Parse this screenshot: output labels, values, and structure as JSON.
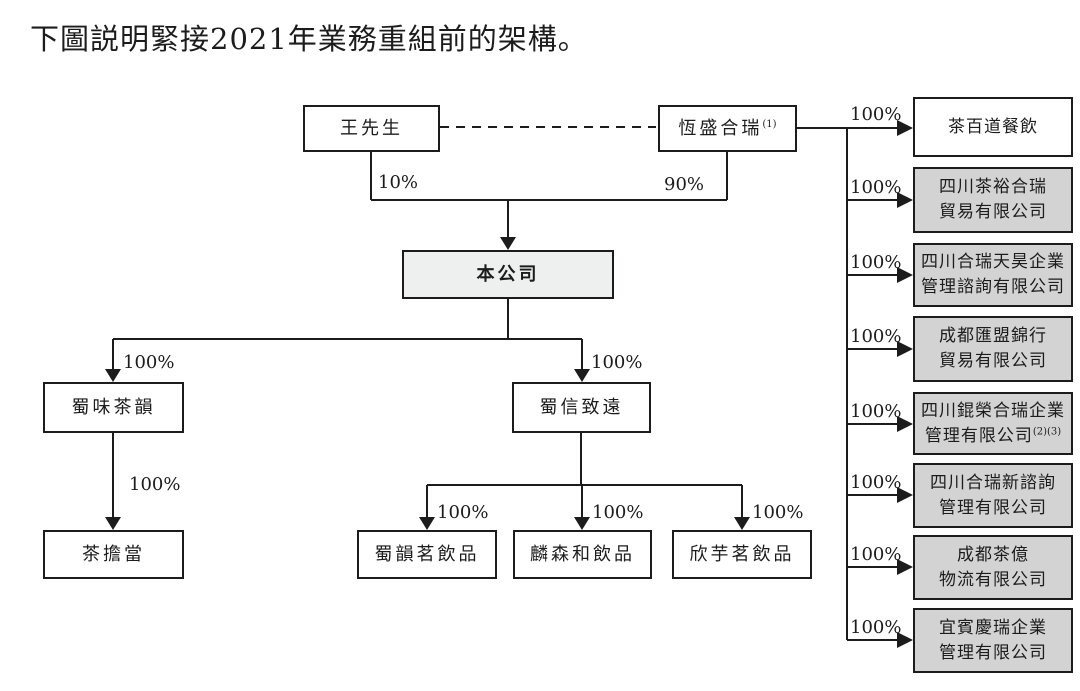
{
  "title": "下圖説明緊接2021年業務重組前的架構。",
  "colors": {
    "shaded_fill": "#d3d3d3",
    "company_fill": "#eef0ef",
    "line": "#1c1c1c"
  },
  "nodes": {
    "wang": {
      "label": "王先生"
    },
    "hengsheng": {
      "label": "恆盛合瑞",
      "footnote": "(1)"
    },
    "company": {
      "label": "本公司"
    },
    "shuwei": {
      "label": "蜀味茶韻"
    },
    "shuxin": {
      "label": "蜀信致遠"
    },
    "chadandang": {
      "label": "茶擔當"
    },
    "shuyunming": {
      "label": "蜀韻茗飲品"
    },
    "linsenhe": {
      "label": "麟森和飲品"
    },
    "xinyuming": {
      "label": "欣芋茗飲品"
    }
  },
  "edges": {
    "wang_company": "10%",
    "hengsheng_company": "90%",
    "company_shuwei": "100%",
    "company_shuxin": "100%",
    "shuwei_chadandang": "100%",
    "shuxin_shuyunming": "100%",
    "shuxin_linsenhe": "100%",
    "shuxin_xinyuming": "100%"
  },
  "right_column": [
    {
      "line1": "茶百道餐飲",
      "line2": "",
      "pct": "100%"
    },
    {
      "line1": "四川茶裕合瑞",
      "line2": "貿易有限公司",
      "pct": "100%"
    },
    {
      "line1": "四川合瑞天昊企業",
      "line2": "管理諮詢有限公司",
      "pct": "100%"
    },
    {
      "line1": "成都匯盟錦行",
      "line2": "貿易有限公司",
      "pct": "100%"
    },
    {
      "line1": "四川錕榮合瑞企業",
      "line2": "管理有限公司",
      "footnote": "(2)(3)",
      "pct": "100%"
    },
    {
      "line1": "四川合瑞新諮詢",
      "line2": "管理有限公司",
      "pct": "100%"
    },
    {
      "line1": "成都茶億",
      "line2": "物流有限公司",
      "pct": "100%"
    },
    {
      "line1": "宜賓慶瑞企業",
      "line2": "管理有限公司",
      "pct": "100%"
    }
  ]
}
